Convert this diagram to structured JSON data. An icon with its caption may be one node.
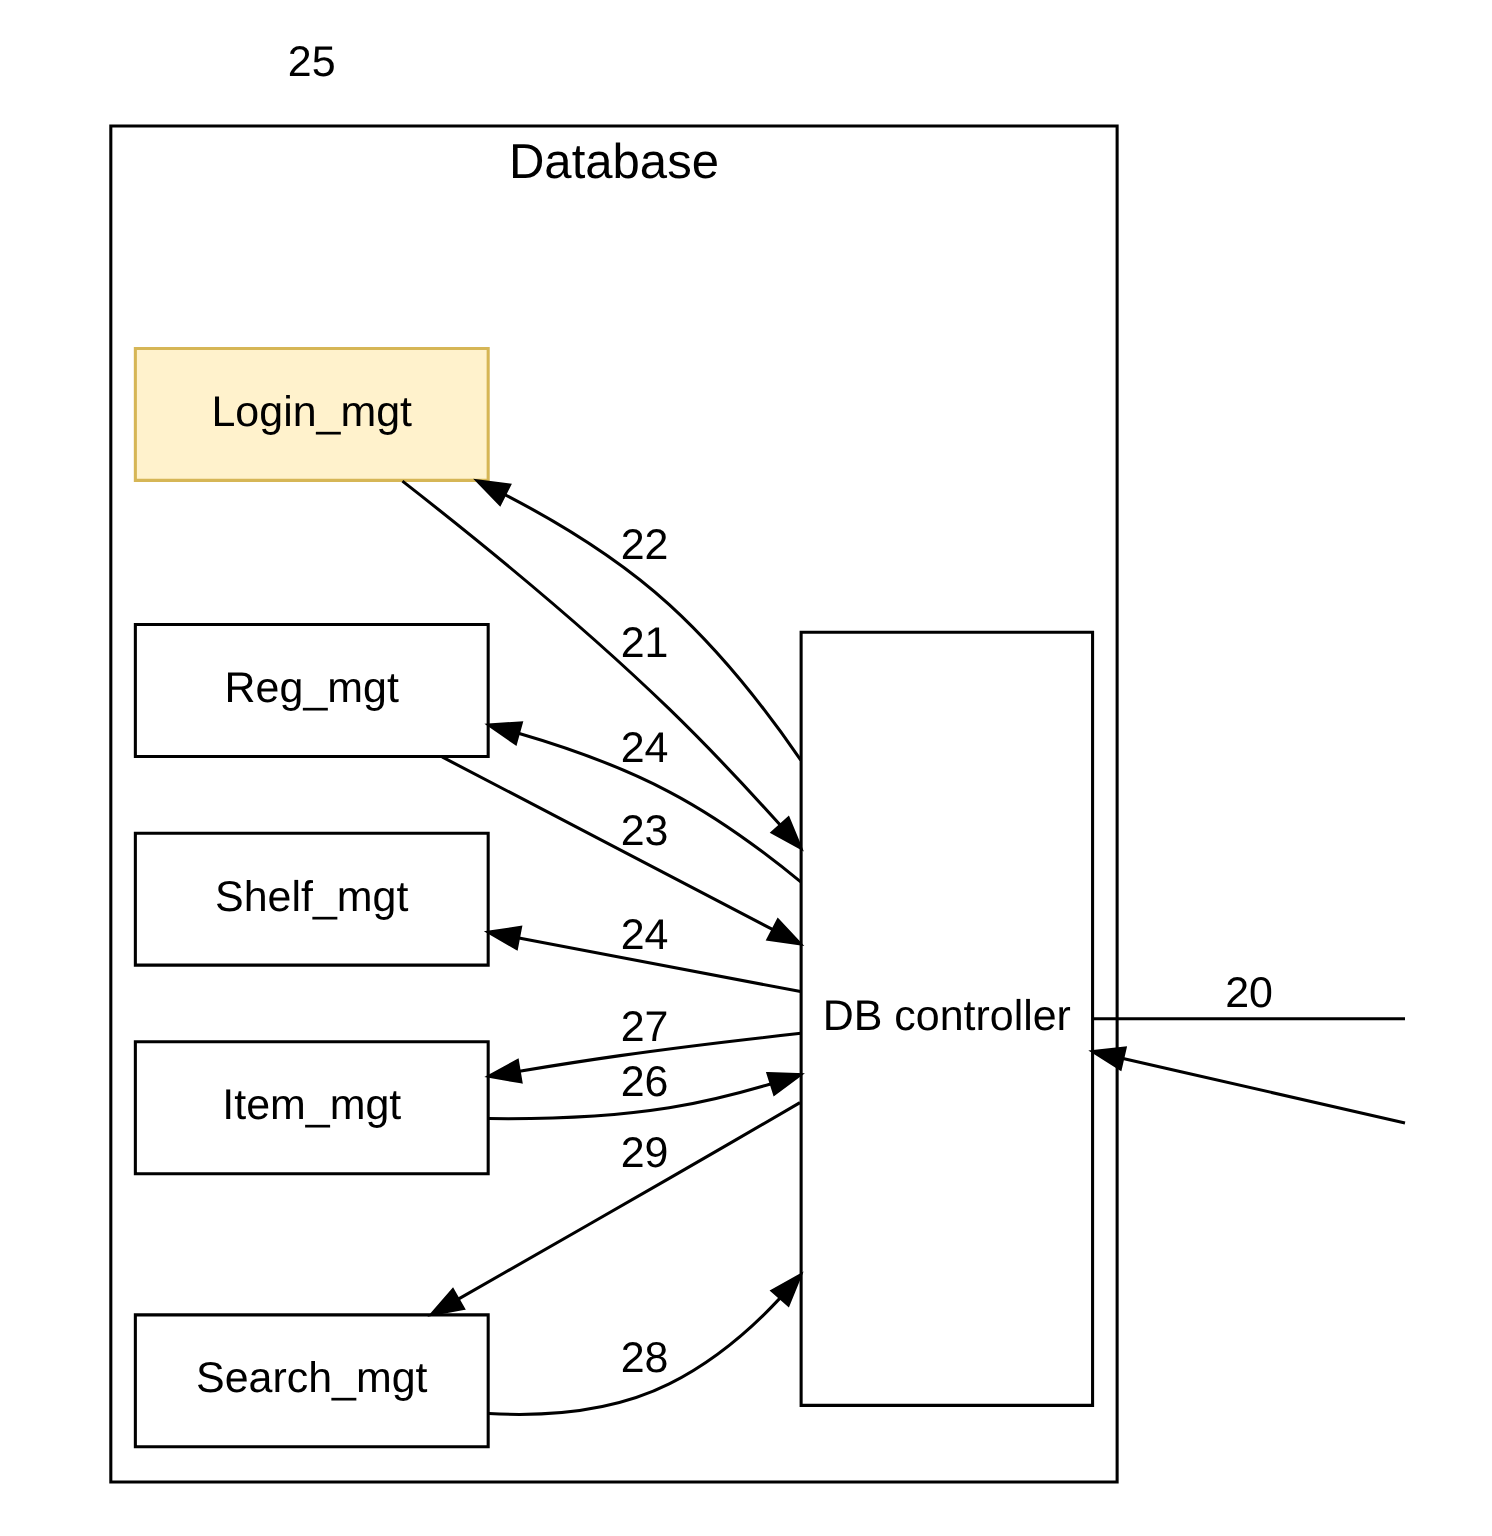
{
  "diagram": {
    "nodes": [
      {
        "text": [
          "Database"
        ]
      },
      {
        "text": [
          "Login_mgt"
        ],
        "in": 0
      },
      {
        "text": [
          "Reg_mgt"
        ],
        "in": 0
      },
      {
        "text": [
          "Shelf_mgt"
        ],
        "in": 0
      },
      {
        "text": [
          "Item_mgt"
        ],
        "in": 0
      },
      {
        "text": [
          "Search_mgt"
        ],
        "in": 0
      },
      {
        "text": [
          "DB controller"
        ],
        "in": 0
      }
    ],
    "edges": [
      {
        "from": 1,
        "to": 6,
        "arrow": "to",
        "label": "21"
      },
      {
        "from": 6,
        "to": 1,
        "arrow": "to",
        "label": "22"
      },
      {
        "from": 2,
        "to": 6,
        "arrow": "to",
        "label": "23"
      },
      {
        "from": 6,
        "to": 2,
        "arrow": "to",
        "label": "24"
      },
      {
        "from": 6,
        "to": 3,
        "arrow": "to",
        "label": "24"
      },
      {
        "from": 4,
        "to": 6,
        "arrow": "to",
        "label": "26"
      },
      {
        "from": 6,
        "to": 4,
        "arrow": "to",
        "label": "27"
      },
      {
        "from": 5,
        "to": 6,
        "arrow": "to",
        "label": "28"
      },
      {
        "from": 6,
        "to": 5,
        "arrow": "to",
        "label": "29"
      },
      {
        "from": 6,
        "to": null,
        "arrow": "none",
        "label": "20"
      },
      {
        "from": null,
        "to": 6,
        "arrow": "to"
      }
    ],
    "labels": [
      "25"
    ]
  }
}
